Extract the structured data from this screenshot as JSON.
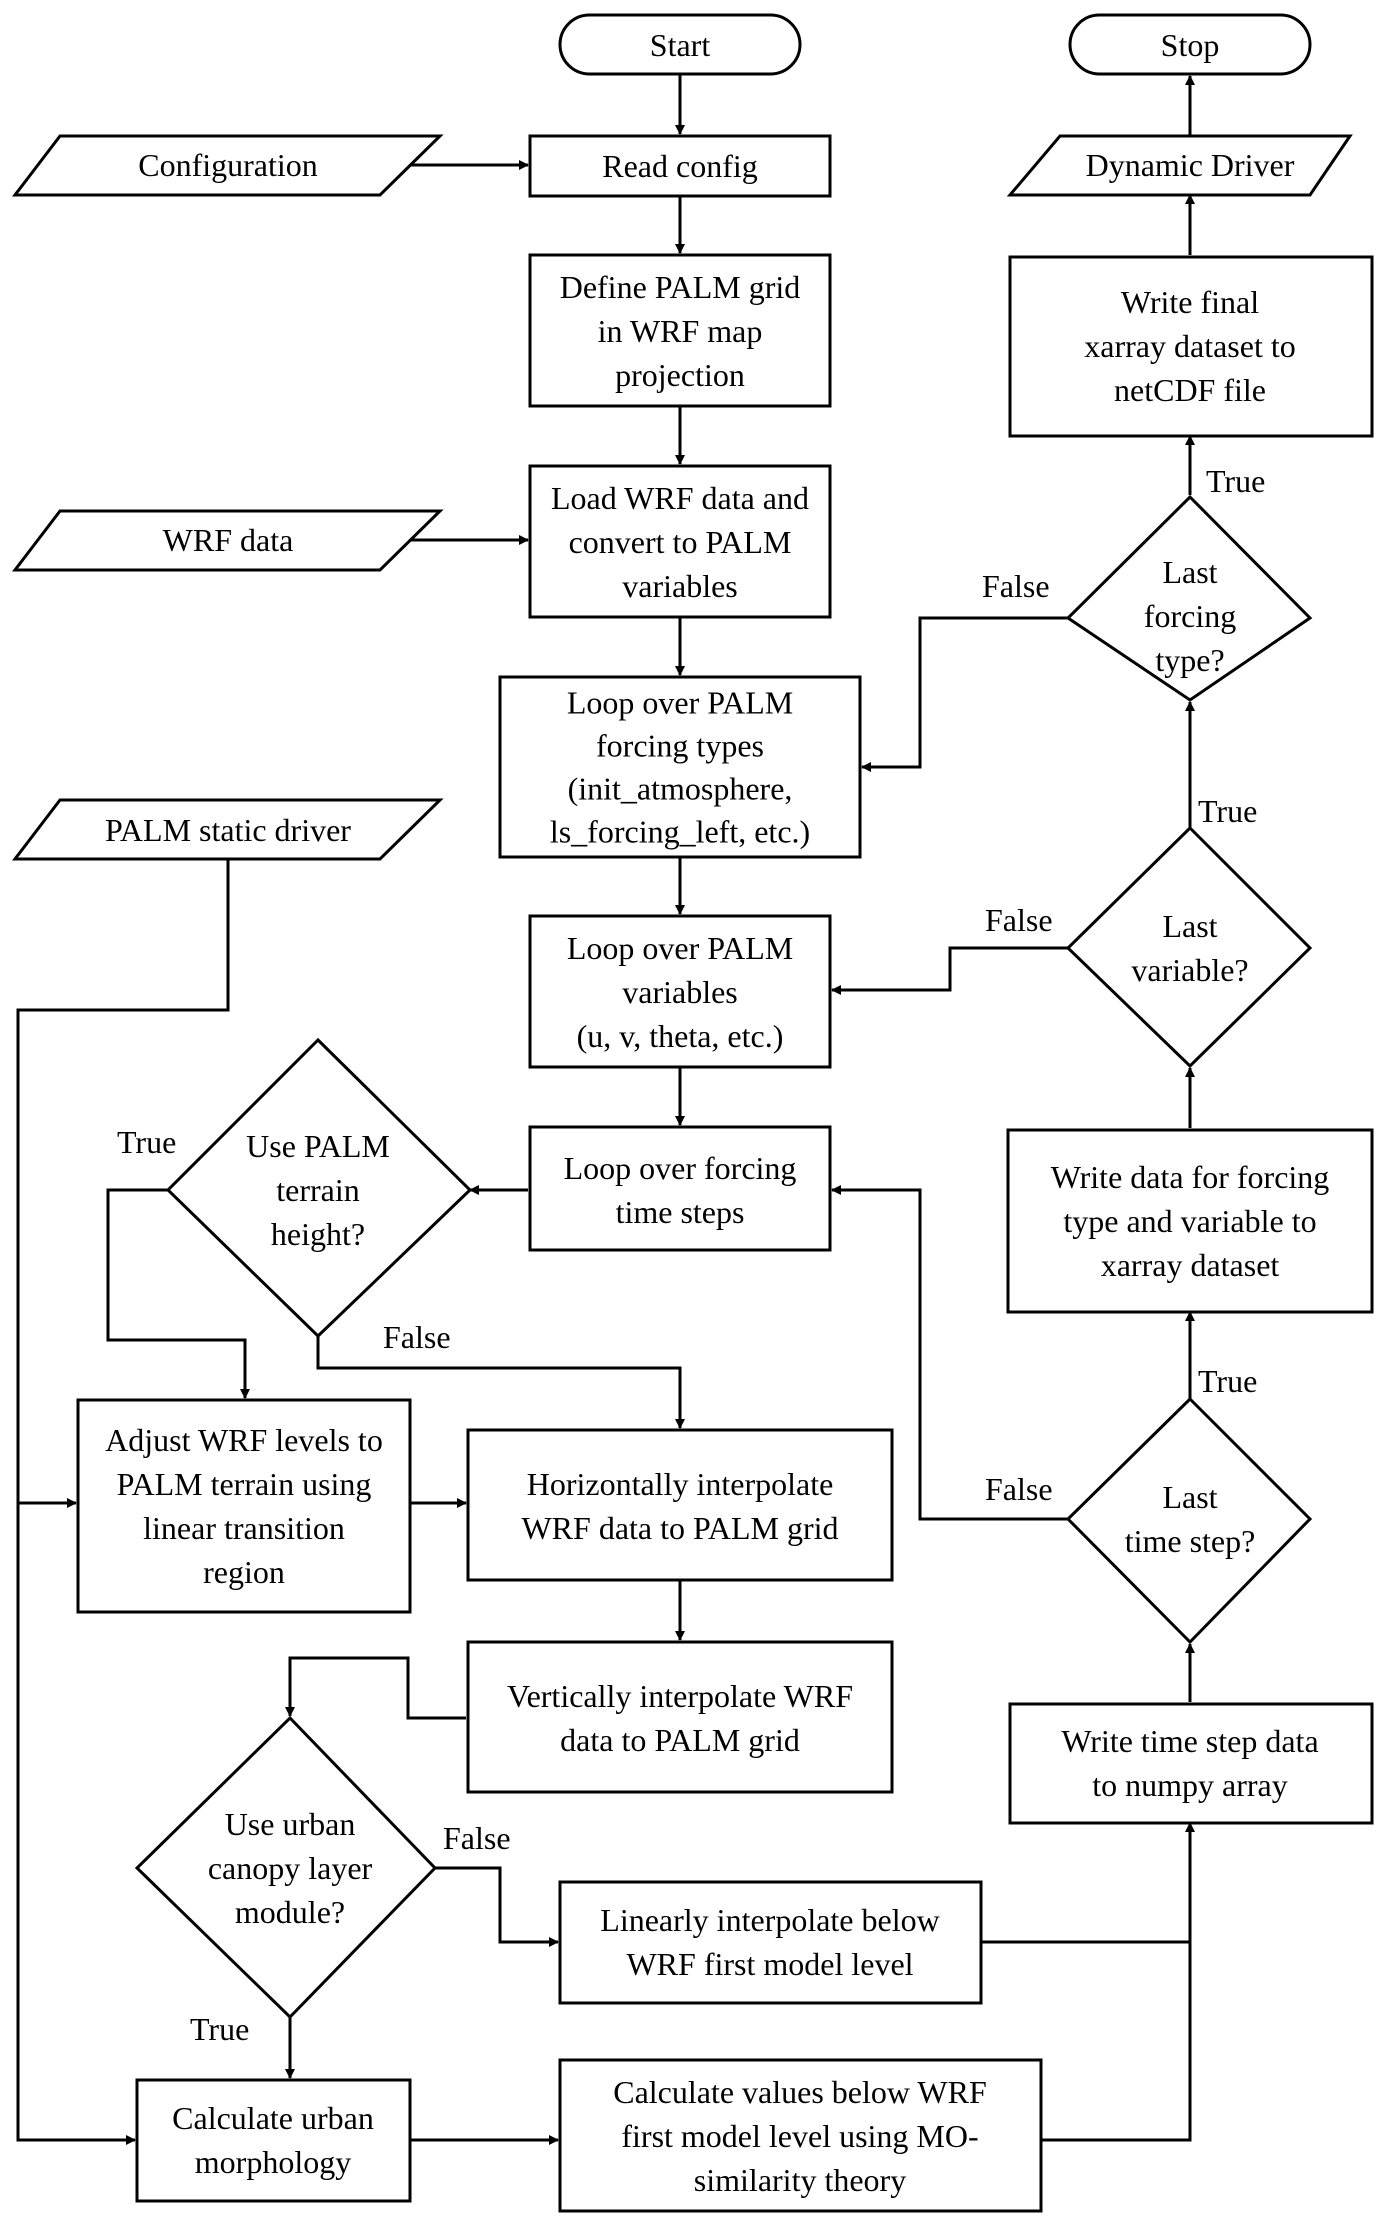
{
  "nodes": {
    "start": {
      "lines": [
        "Start"
      ]
    },
    "stop": {
      "lines": [
        "Stop"
      ]
    },
    "configuration": {
      "lines": [
        "Configuration"
      ]
    },
    "read_config": {
      "lines": [
        "Read config"
      ]
    },
    "define_grid": {
      "lines": [
        "Define PALM grid",
        "in WRF map",
        "projection"
      ]
    },
    "wrf_data": {
      "lines": [
        "WRF data"
      ]
    },
    "load_wrf": {
      "lines": [
        "Load WRF data and",
        "convert to PALM",
        "variables"
      ]
    },
    "loop_forcing_types": {
      "lines": [
        "Loop over PALM",
        "forcing types",
        "(init_atmosphere,",
        "ls_forcing_left, etc.)"
      ]
    },
    "palm_static_driver": {
      "lines": [
        "PALM static driver"
      ]
    },
    "loop_variables": {
      "lines": [
        "Loop over PALM",
        "variables",
        "(u, v, theta, etc.)"
      ]
    },
    "loop_time_steps": {
      "lines": [
        "Loop over forcing",
        "time steps"
      ]
    },
    "use_palm_terrain": {
      "lines": [
        "Use PALM",
        "terrain",
        "height?"
      ]
    },
    "adjust_wrf_levels": {
      "lines": [
        "Adjust WRF levels to",
        "PALM terrain using",
        "linear transition",
        "region"
      ]
    },
    "horiz_interp": {
      "lines": [
        "Horizontally interpolate",
        "WRF data to PALM grid"
      ]
    },
    "vert_interp": {
      "lines": [
        "Vertically interpolate WRF",
        "data to PALM grid"
      ]
    },
    "use_urban_canopy": {
      "lines": [
        "Use urban",
        "canopy layer",
        "module?"
      ]
    },
    "linear_interp_below": {
      "lines": [
        "Linearly interpolate below",
        "WRF first model level"
      ]
    },
    "calc_urban_morph": {
      "lines": [
        "Calculate urban",
        "morphology"
      ]
    },
    "calc_values_mo": {
      "lines": [
        "Calculate values below WRF",
        "first model level using MO-",
        "similarity theory"
      ]
    },
    "write_time_step": {
      "lines": [
        "Write time step data",
        "to numpy array"
      ]
    },
    "last_time_step": {
      "lines": [
        "Last",
        "time step?"
      ]
    },
    "write_forcing_var": {
      "lines": [
        "Write data for forcing",
        "type and variable to",
        "xarray dataset"
      ]
    },
    "last_variable": {
      "lines": [
        "Last",
        "variable?"
      ]
    },
    "last_forcing_type": {
      "lines": [
        "Last",
        "forcing",
        "type?"
      ]
    },
    "write_final": {
      "lines": [
        "Write final",
        "xarray dataset to",
        "netCDF file"
      ]
    },
    "dynamic_driver": {
      "lines": [
        "Dynamic Driver"
      ]
    }
  },
  "edge_labels": {
    "false": "False",
    "true": "True"
  }
}
